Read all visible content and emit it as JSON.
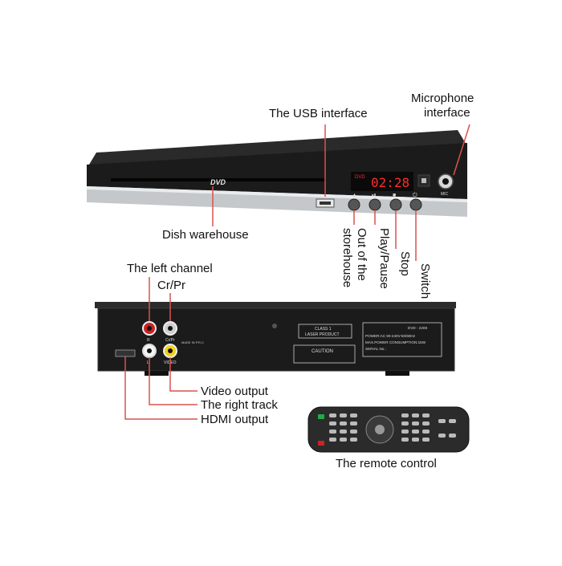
{
  "colors": {
    "callout_line": "#d9534f",
    "display_red": "#ff2a2a",
    "body_dark": "#1b1b1b",
    "silver": "#bfc3c6",
    "remote_body": "#2b2b2b"
  },
  "front": {
    "dvd_logo": "DVD",
    "display_text": "02:28",
    "display_small": "DVD",
    "mic_label": "MIC",
    "buttons": [
      {
        "name": "eject-icon",
        "glyph": "▲"
      },
      {
        "name": "play-pause-icon",
        "glyph": "⏯"
      },
      {
        "name": "stop-icon",
        "glyph": "■"
      },
      {
        "name": "power-icon",
        "glyph": "⏻"
      }
    ]
  },
  "callouts": {
    "usb": "The USB interface",
    "mic_line1": "Microphone",
    "mic_line2": "interface",
    "dish": "Dish warehouse",
    "out_line1": "Out of the",
    "out_line2": "storehouse",
    "play": "Play/Pause",
    "stop": "Stop",
    "switch": "Switch",
    "left_channel": "The left channel",
    "crpr": "Cr/Pr",
    "video_output": "Video output",
    "right_track": "The right track",
    "hdmi_output": "HDMI output",
    "remote_control": "The remote control"
  },
  "back": {
    "jack_r": "R",
    "jack_crpr": "Cr/Pr",
    "jack_l": "L",
    "jack_video": "VIDEO",
    "class_line1": "CLASS 1",
    "class_line2": "LASER PRODUCT",
    "model": "DVD - 2208",
    "power": "POWER:AC 90-240V-50/60Hz",
    "consumption": "MAX.POWER CONSUMPTION:15W",
    "serial": "SERIAL No.:",
    "caution": "CAUTION",
    "made_in": "MADE IN P.R.C"
  }
}
